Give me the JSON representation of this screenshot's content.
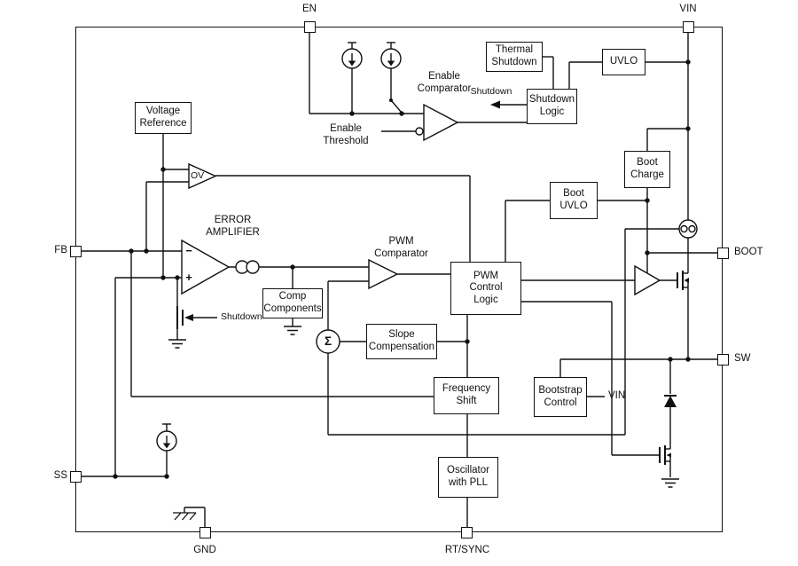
{
  "pins": {
    "en": "EN",
    "vin": "VIN",
    "fb": "FB",
    "ss": "SS",
    "gnd": "GND",
    "rt_sync": "RT/SYNC",
    "boot": "BOOT",
    "sw": "SW"
  },
  "blocks": {
    "voltage_reference": "Voltage\nReference",
    "thermal_shutdown": "Thermal\nShutdown",
    "uvlo": "UVLO",
    "shutdown_logic": "Shutdown\nLogic",
    "boot_charge": "Boot\nCharge",
    "boot_uvlo": "Boot\nUVLO",
    "pwm_control_logic": "PWM\nControl\nLogic",
    "comp_components": "Comp\nComponents",
    "slope_compensation": "Slope\nCompensation",
    "frequency_shift": "Frequency\nShift",
    "bootstrap_control": "Bootstrap\nControl",
    "oscillator_with_pll": "Oscillator\nwith PLL"
  },
  "labels": {
    "enable_comparator": "Enable\nComparator",
    "enable_threshold": "Enable\nThreshold",
    "shutdown_top": "Shutdown",
    "shutdown_mid": "Shutdown",
    "error_amplifier": "ERROR\nAMPLIFIER",
    "pwm_comparator": "PWM\nComparator",
    "ov": "OV",
    "sigma": "Σ",
    "vin_internal": "VIN",
    "minus": "−",
    "plus": "+"
  },
  "colors": {
    "line": "#111111",
    "background": "#ffffff"
  }
}
